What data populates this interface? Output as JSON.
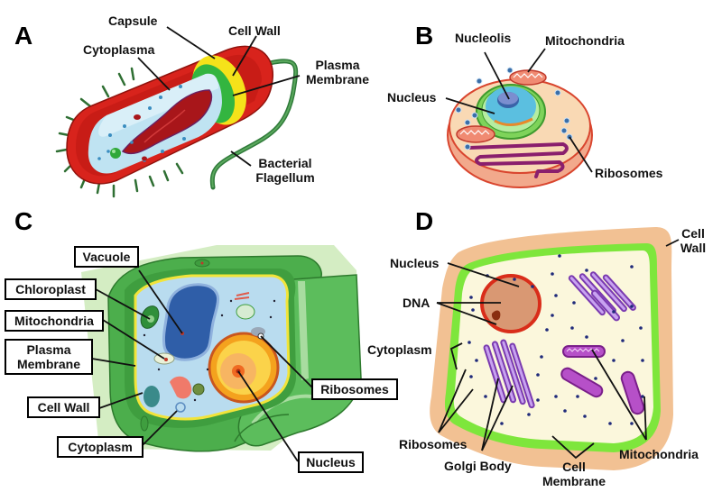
{
  "figure": {
    "panels": [
      {
        "letter": "A",
        "subject": "bacterial cell",
        "labels": {
          "capsule": "Capsule",
          "cell_wall": "Cell Wall",
          "cytoplasma": "Cytoplasma",
          "plasma_membrane_line1": "Plasma",
          "plasma_membrane_line2": "Membrane",
          "flagellum_line1": "Bacterial",
          "flagellum_line2": "Flagellum"
        }
      },
      {
        "letter": "B",
        "subject": "animal cell",
        "labels": {
          "nucleolis": "Nucleolis",
          "mitochondria": "Mitochondria",
          "nucleus": "Nucleus",
          "ribosomes": "Ribosomes"
        }
      },
      {
        "letter": "C",
        "subject": "plant cell",
        "labels": {
          "vacuole": "Vacuole",
          "chloroplast": "Chloroplast",
          "mitochondria": "Mitochondria",
          "plasma_membrane_line1": "Plasma",
          "plasma_membrane_line2": "Membrane",
          "cell_wall": "Cell Wall",
          "cytoplasm": "Cytoplasm",
          "ribosomes": "Ribosomes",
          "nucleus": "Nucleus"
        }
      },
      {
        "letter": "D",
        "subject": "plant cell (simplified)",
        "labels": {
          "cell_wall_line1": "Cell",
          "cell_wall_line2": "Wall",
          "nucleus": "Nucleus",
          "dna": "DNA",
          "cytoplasm": "Cytoplasm",
          "ribosomes": "Ribosomes",
          "golgi_body": "Golgi Body",
          "cell_membrane_line1": "Cell",
          "cell_membrane_line2": "Membrane",
          "mitochondria": "Mitochondria"
        }
      }
    ],
    "colors": {
      "bacteria_capsule": "#d8231c",
      "bacteria_wall": "#f5e21a",
      "bacteria_membrane": "#33b540",
      "bacteria_cytoplasm": "#bfe3f2",
      "bacteria_nucleoid": "#a8161a",
      "flagellum": "#2f7a3a",
      "animal_cytoplasm": "#f9d9b4",
      "animal_membrane": "#d9452e",
      "animal_nucleus": "#5bbfe0",
      "animal_er": "#8a1f6d",
      "plant_wall": "#4cae4c",
      "plant_cytoplasm": "#b9dcef",
      "plant_vacuole": "#2f5ea8",
      "plant_nucleus": "#f4a21e",
      "d_wall": "#f2c193",
      "d_membrane": "#7ee63c",
      "d_cytoplasm": "#fbf7dc",
      "d_nucleus": "#d99873",
      "d_organelle": "#9b59d0"
    }
  }
}
